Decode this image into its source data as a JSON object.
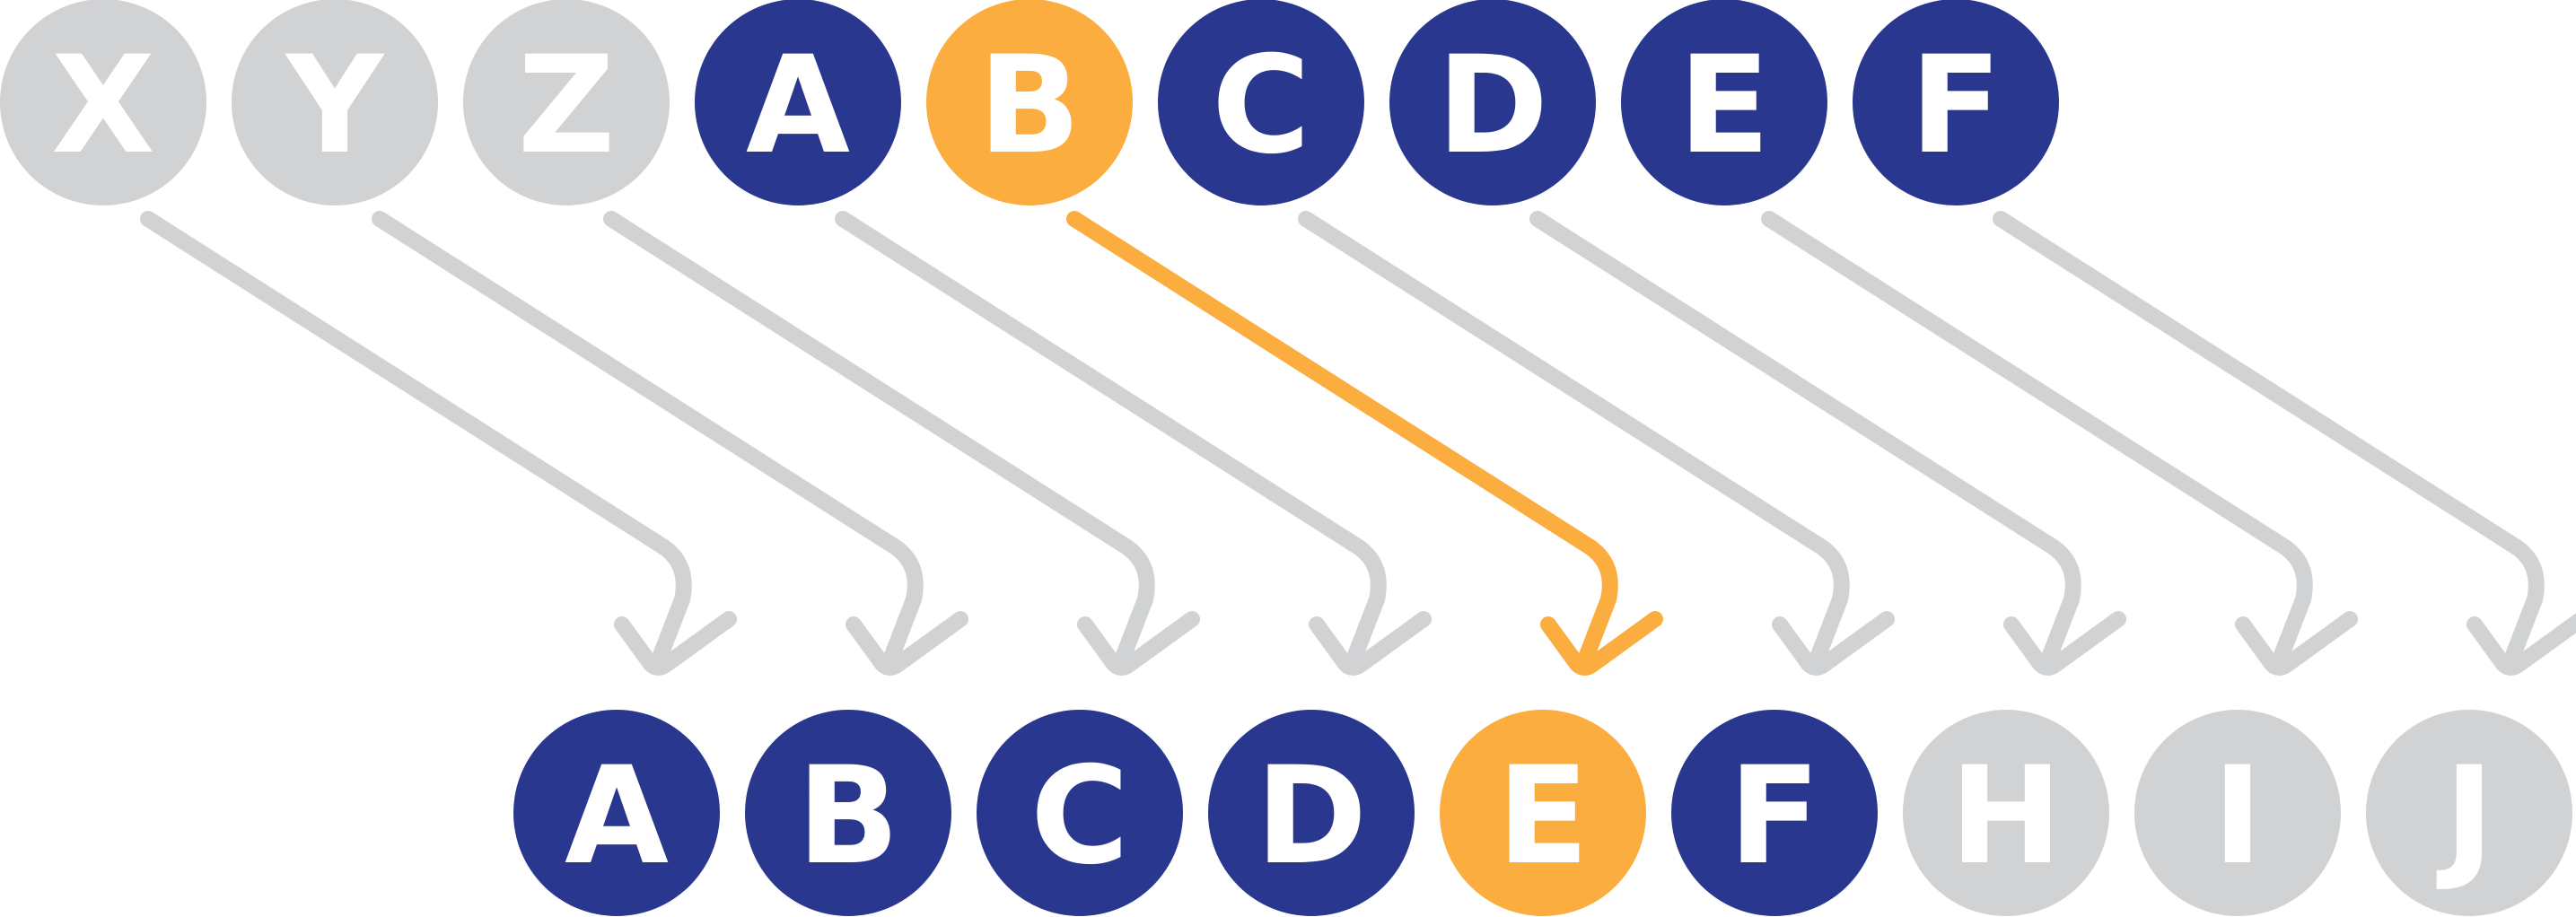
{
  "colors": {
    "navy": "#29378f",
    "orange": "#fbae3f",
    "gray": "#d1d2d4"
  },
  "top_row": [
    {
      "letter": "X",
      "color": "gray"
    },
    {
      "letter": "Y",
      "color": "gray"
    },
    {
      "letter": "Z",
      "color": "gray"
    },
    {
      "letter": "A",
      "color": "navy"
    },
    {
      "letter": "B",
      "color": "orange"
    },
    {
      "letter": "C",
      "color": "navy"
    },
    {
      "letter": "D",
      "color": "navy"
    },
    {
      "letter": "E",
      "color": "navy"
    },
    {
      "letter": "F",
      "color": "navy"
    }
  ],
  "bottom_row": [
    {
      "letter": "A",
      "color": "navy"
    },
    {
      "letter": "B",
      "color": "navy"
    },
    {
      "letter": "C",
      "color": "navy"
    },
    {
      "letter": "D",
      "color": "navy"
    },
    {
      "letter": "E",
      "color": "orange"
    },
    {
      "letter": "F",
      "color": "navy"
    },
    {
      "letter": "H",
      "color": "gray"
    },
    {
      "letter": "I",
      "color": "gray"
    },
    {
      "letter": "J",
      "color": "gray"
    }
  ],
  "arrows": [
    {
      "color": "gray"
    },
    {
      "color": "gray"
    },
    {
      "color": "gray"
    },
    {
      "color": "gray"
    },
    {
      "color": "orange"
    },
    {
      "color": "gray"
    },
    {
      "color": "gray"
    },
    {
      "color": "gray"
    },
    {
      "color": "gray"
    }
  ]
}
